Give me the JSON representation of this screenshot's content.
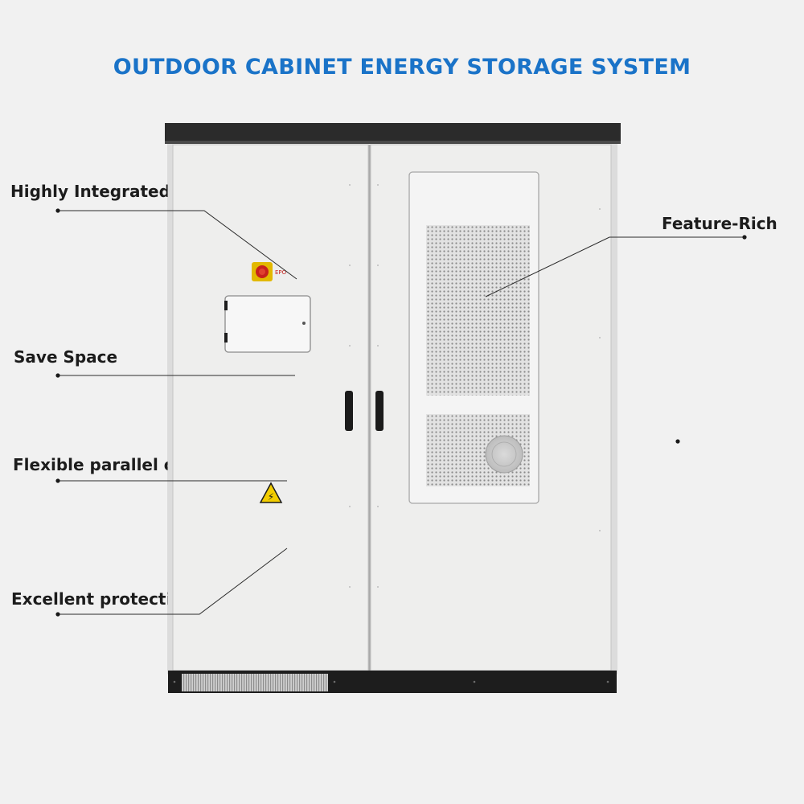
{
  "title": "OUTDOOR CABINET ENERGY STORAGE SYSTEM",
  "colors": {
    "title": "#1a73c8",
    "background": "#f1f1f1",
    "cabinet": "#ecebea",
    "frame": "#2b2b2b"
  },
  "callouts": [
    {
      "id": "highly-integrated",
      "text": "Highly Integrated"
    },
    {
      "id": "feature-rich",
      "text": "Feature-Rich"
    },
    {
      "id": "save-space",
      "text": "Save Space"
    },
    {
      "id": "flexible-parallel",
      "text": "Flexible parallel operation"
    },
    {
      "id": "excellent-protection",
      "text": "Excellent protection"
    }
  ],
  "cabinet": {
    "epo_label": "EPO",
    "warning_symbol": "⚡",
    "icons": [
      "emergency-stop-icon",
      "warning-triangle-icon",
      "door-handle-icon",
      "fan-icon"
    ]
  }
}
